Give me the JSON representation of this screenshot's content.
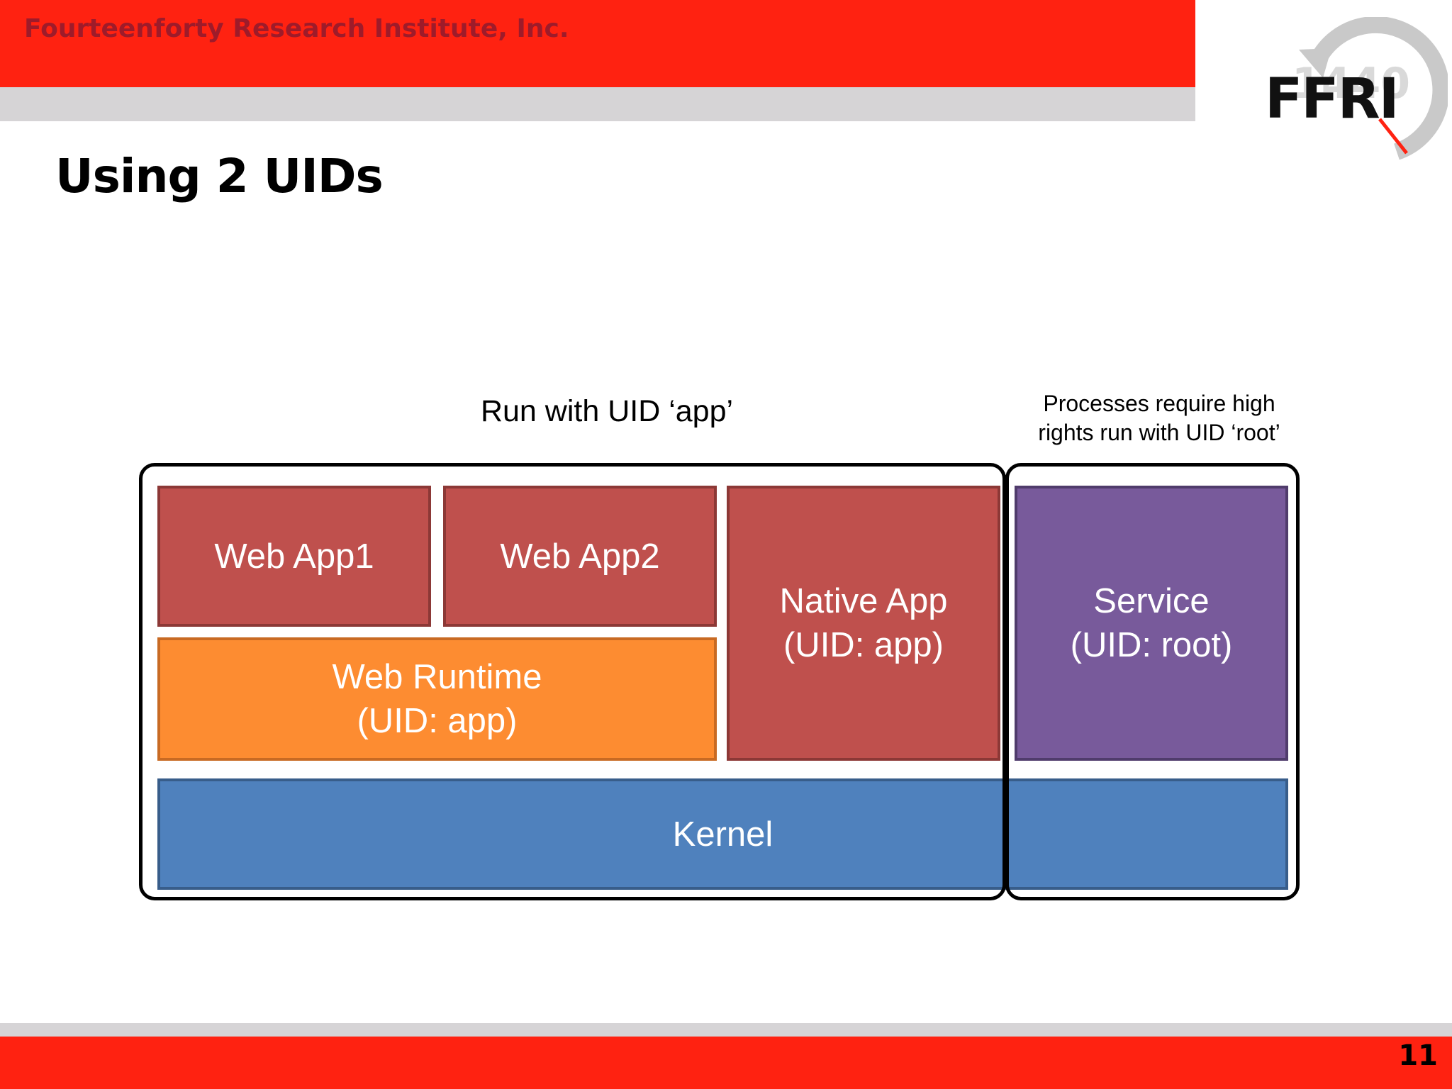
{
  "header": {
    "company_name": "Fourteenforty Research Institute, Inc.",
    "logo_text": "FFRI"
  },
  "slide": {
    "title": "Using 2 UIDs",
    "page_number": "11"
  },
  "diagram": {
    "label_app": "Run with UID ‘app’",
    "label_root_line1": "Processes require high",
    "label_root_line2": "rights run with UID ‘root’",
    "blocks": {
      "web_app1": "Web App1",
      "web_app2": "Web App2",
      "native_app_line1": "Native App",
      "native_app_line2": "(UID: app)",
      "web_runtime_line1": "Web Runtime",
      "web_runtime_line2": "(UID: app)",
      "service_line1": "Service",
      "service_line2": "(UID: root)",
      "kernel": "Kernel"
    }
  },
  "colors": {
    "header_red": "#ff2211",
    "header_text": "#9e1b2a",
    "block_red": "#bf504d",
    "block_orange": "#fd8c31",
    "block_purple": "#785a9b",
    "block_blue": "#4f81bd"
  }
}
